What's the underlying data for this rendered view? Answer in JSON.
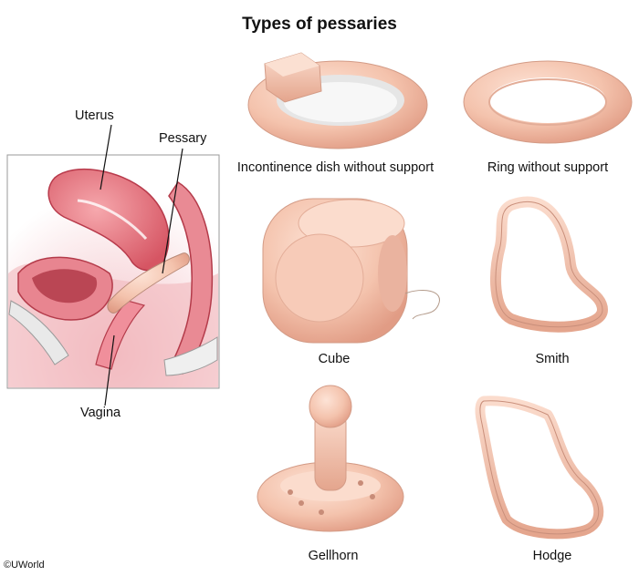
{
  "title": "Types of pessaries",
  "anatomy": {
    "labels": {
      "uterus": "Uterus",
      "pessary": "Pessary",
      "vagina": "Vagina"
    }
  },
  "pessaries": [
    {
      "name": "Incontinence dish without support",
      "icon": "incontinence-dish-pessary"
    },
    {
      "name": "Ring without support",
      "icon": "ring-pessary"
    },
    {
      "name": "Cube",
      "icon": "cube-pessary"
    },
    {
      "name": "Smith",
      "icon": "smith-pessary"
    },
    {
      "name": "Gellhorn",
      "icon": "gellhorn-pessary"
    },
    {
      "name": "Hodge",
      "icon": "hodge-pessary"
    }
  ],
  "copyright": "©UWorld",
  "colors": {
    "pessary_skin": "#f4c3ad",
    "tissue_pink": "#e8747d",
    "deep_red": "#c23a4a"
  }
}
